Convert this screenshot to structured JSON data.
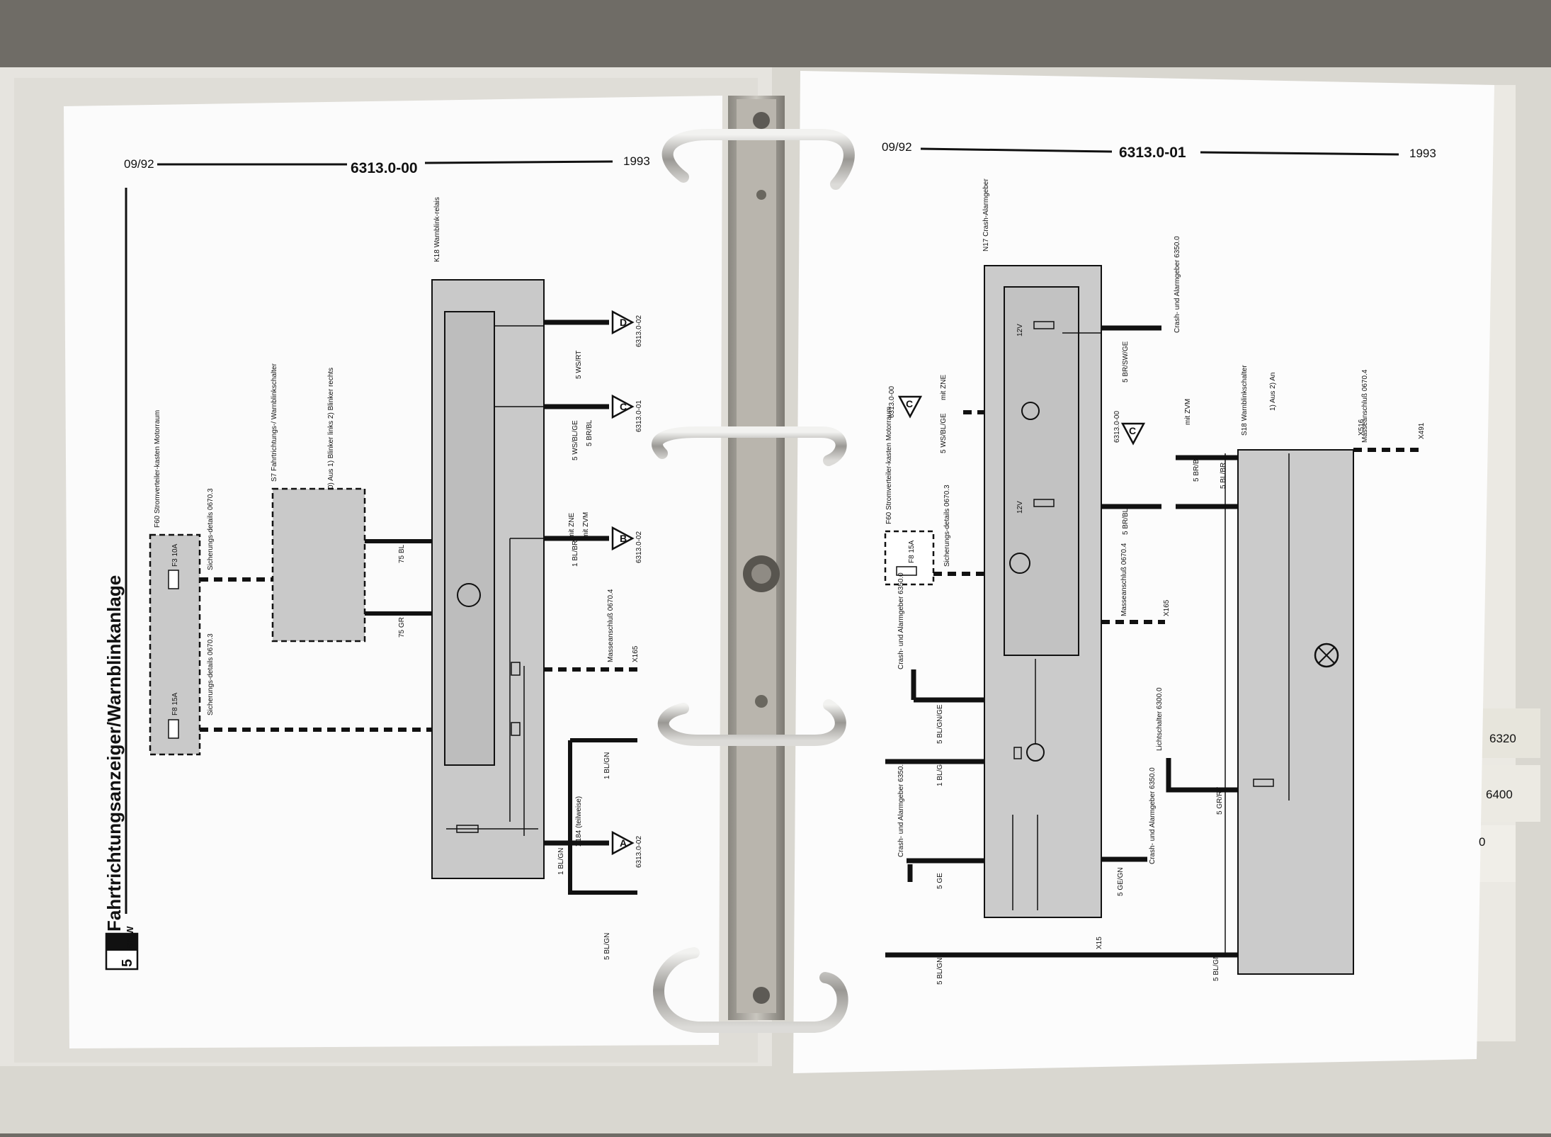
{
  "left_page": {
    "date": "09/92",
    "number": "6313.0-00",
    "year": "1993",
    "brand": "BMW",
    "series": "5",
    "title": "Fahrtrichtungsanzeiger/Warnblinkanlage",
    "labels": {
      "k18": "K18 Warnblink-relais",
      "f60": "F60 Stromverteiler-kasten Motorraum",
      "s7": "S7 Fahrtrichtungs-/ Warnblinkschalter",
      "s7_opts": "0) Aus 1) Blinker links 2) Blinker rechts",
      "f3": "F3 10A",
      "f8": "F8 15A",
      "sich1": "Sicherungs-details 0670.3",
      "sich2": "Sicherungs-details 0670.3",
      "masse": "Masseanschluß 0670.4",
      "x165": "X165",
      "x184": "X184 (teilweise)"
    },
    "wires": {
      "cz": "5 WS/RT",
      "wb": "5 WS/BL/GE",
      "wb2": "5 BR/BL",
      "ra": "1 BL/BR",
      "left75gr": "75 GR",
      "left75bl": "75 BL",
      "la": "1 BL/GN",
      "la2": "1 BL/GN",
      "bot": "5 BL/GN"
    },
    "refs": {
      "d": "D",
      "d_ref": "6313.0-02",
      "c": "C",
      "c_ref": "6313.0-01",
      "b": "B",
      "b_ref": "6313.0-02",
      "a": "A",
      "a_ref": "6313.0-02"
    },
    "zne": "mit ZNE",
    "zvm": "mit ZVM"
  },
  "right_page": {
    "date": "09/92",
    "number": "6313.0-01",
    "year": "1993",
    "labels": {
      "n17": "N17 Crash-Alarmgeber",
      "s18": "S18 Warnblinkschalter",
      "s18_opts": "1) Aus 2) An",
      "f60": "F60 Stromverteiler-kasten Motorraum",
      "f8": "F8 15A",
      "sich": "Sicherungs-details 0670.3",
      "crash1": "Crash- und Alarmgeber 6350.0",
      "crash2": "Crash- und Alarmgeber 6350.0",
      "crash3": "Crash- und Alarmgeber 6350.0",
      "crash4": "Crash- und Alarmgeber 6350.0",
      "masse1": "Masseanschluß 0670.4",
      "masse2": "Masseanschluß 0670.4",
      "licht": "Lichtschalter 6300.0",
      "x165": "X165",
      "x491": "X491",
      "x516": "X516",
      "x15": "X15",
      "v12a": "12V",
      "v12b": "12V"
    },
    "wires": {
      "cs": "5 BR/SW/GE",
      "wb": "5 WS/BL/GE",
      "wb7": "5 BR/BL",
      "br_bl": "5 BR/BL",
      "bl_br": "5 BL/BR",
      "dwa": "5 BL/GN/GE",
      "bl": "1 BL/GN",
      "ge": "5 GE",
      "lm": "5 GE/GN",
      "grrt": "5 GR/RT",
      "blgn1": "5 BL/GN",
      "blgn2": "5 BL/GN"
    },
    "refs": {
      "c1": "C",
      "c1_ref": "6313.0-00",
      "c2": "C",
      "c2_ref": "6313.0-00"
    },
    "zne": "mit ZNE",
    "zvm": "mit ZVM"
  },
  "tabs": [
    "6320",
    "6400",
    "0"
  ]
}
